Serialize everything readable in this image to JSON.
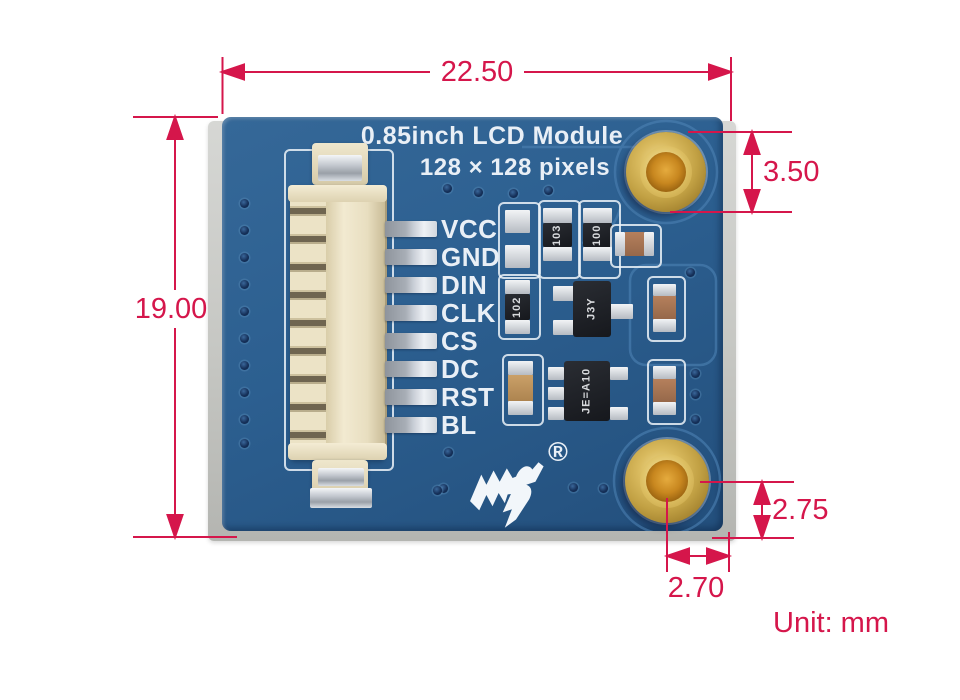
{
  "diagram": {
    "unit_label": "Unit: mm",
    "dimensions": {
      "width": "22.50",
      "height": "19.00",
      "hole_diameter": "3.50",
      "hole_center_to_bottom": "2.75",
      "hole_center_to_right": "2.70"
    }
  },
  "board": {
    "title": "0.85inch LCD Module",
    "resolution": "128 × 128 pixels",
    "pins": [
      "VCC",
      "GND",
      "DIN",
      "CLK",
      "CS",
      "DC",
      "RST",
      "BL"
    ],
    "markings": {
      "r1": "103",
      "r2": "100",
      "r3": "102",
      "q1": "J3Y",
      "u1": "JE=A10"
    },
    "registered_symbol": "®"
  },
  "colors": {
    "dimension_accent": "#d5164b",
    "pcb_blue": "#2c5f90",
    "silkscreen_white": "#e9eff6",
    "gold_plating": "#d3b356",
    "connector_cream": "#e9dfc2"
  }
}
